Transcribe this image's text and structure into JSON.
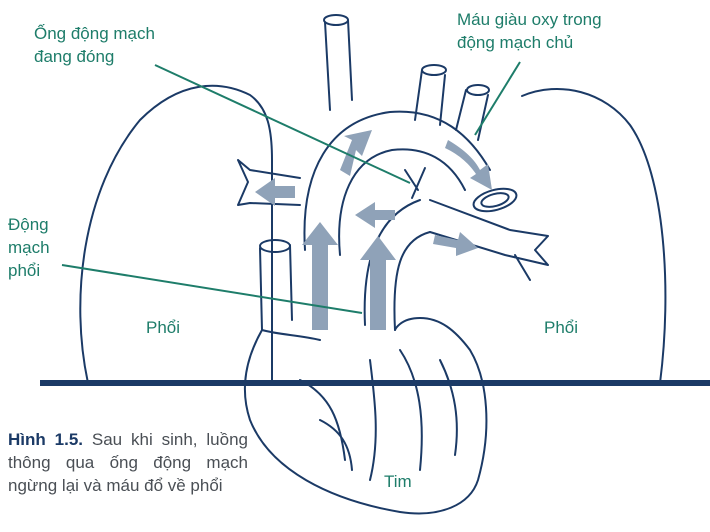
{
  "labels": {
    "ductus": "Ống động mạch\nđang đóng",
    "aorta": "Máu giàu oxy trong\nđộng mạch chủ",
    "pulmonary_artery": "Động\nmạch\nphổi",
    "lung_left": "Phổi",
    "lung_right": "Phổi",
    "heart": "Tim"
  },
  "caption": {
    "figure": "Hình 1.5.",
    "text": " Sau khi sinh, luồng thông qua ống động mạch ngừng lại và máu đổ về phổi"
  },
  "colors": {
    "outline": "#1b3a66",
    "arrow": "#8fa2b8",
    "label": "#1e7d6a",
    "caption_text": "#4a4f55"
  }
}
